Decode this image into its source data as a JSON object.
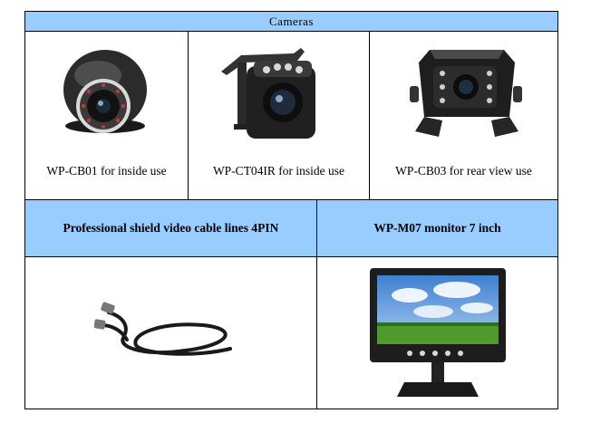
{
  "table": {
    "title": "Cameras",
    "cameras": [
      {
        "caption": "WP-CB01 for inside use",
        "icon": "dome-camera-icon"
      },
      {
        "caption": "WP-CT04IR for inside use",
        "icon": "bracket-camera-icon"
      },
      {
        "caption": "WP-CB03 for rear view use",
        "icon": "rear-view-camera-icon"
      }
    ],
    "accessories": [
      {
        "heading": "Professional shield video cable lines 4PIN",
        "icon": "cable-icon"
      },
      {
        "heading": "WP-M07 monitor 7 inch",
        "icon": "monitor-icon"
      }
    ]
  },
  "colors": {
    "header_bg": "#99ccff",
    "border": "#000000",
    "background": "#ffffff"
  }
}
